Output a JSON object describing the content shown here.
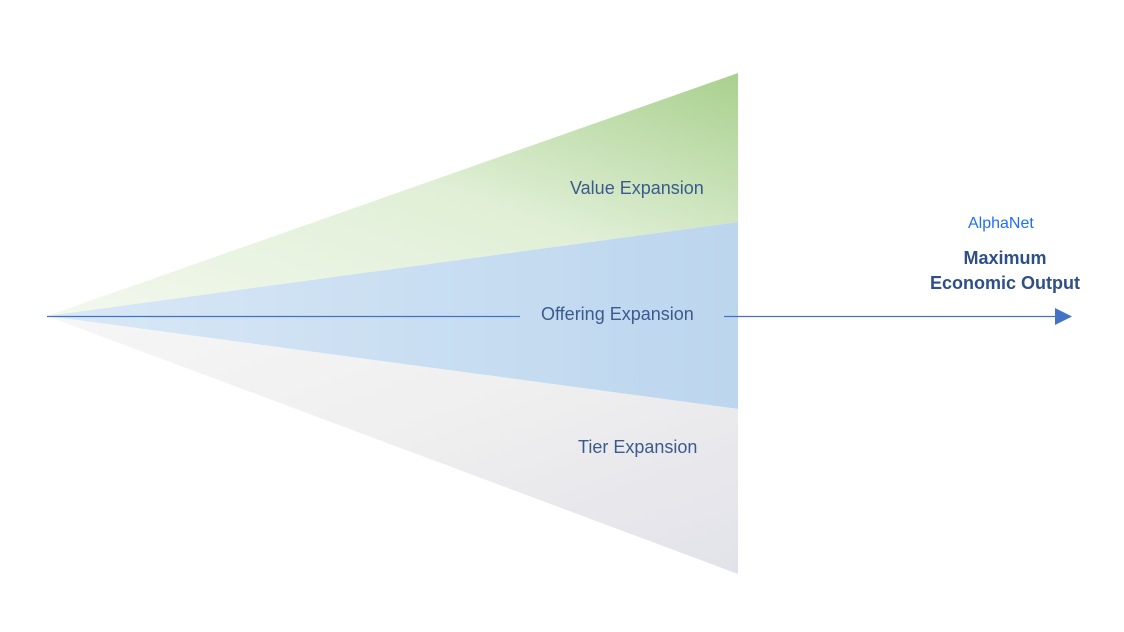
{
  "segments": [
    {
      "label": "Value Expansion",
      "color_start": "#eef5e6",
      "color_end": "#a9d08e"
    },
    {
      "label": "Offering Expansion",
      "color_start": "#d6e6f5",
      "color_end": "#bcd6ee"
    },
    {
      "label": "Tier Expansion",
      "color_start": "#f5f5f5",
      "color_end": "#e3e3ea"
    }
  ],
  "target": {
    "brand": "AlphaNet",
    "title_line1": "Maximum",
    "title_line2": "Economic Output"
  },
  "arrow_color": "#4472c4"
}
